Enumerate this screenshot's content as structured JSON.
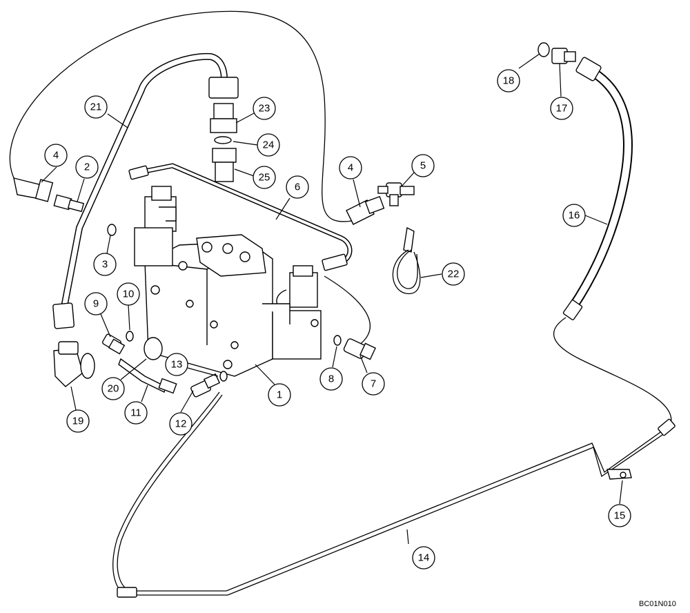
{
  "diagram": {
    "drawing_code": "BC01N010",
    "callouts": [
      {
        "id": "c1",
        "label": "1"
      },
      {
        "id": "c2",
        "label": "2"
      },
      {
        "id": "c3",
        "label": "3"
      },
      {
        "id": "c4a",
        "label": "4"
      },
      {
        "id": "c4b",
        "label": "4"
      },
      {
        "id": "c5",
        "label": "5"
      },
      {
        "id": "c6",
        "label": "6"
      },
      {
        "id": "c7",
        "label": "7"
      },
      {
        "id": "c8",
        "label": "8"
      },
      {
        "id": "c9",
        "label": "9"
      },
      {
        "id": "c10",
        "label": "10"
      },
      {
        "id": "c11",
        "label": "11"
      },
      {
        "id": "c12",
        "label": "12"
      },
      {
        "id": "c13",
        "label": "13"
      },
      {
        "id": "c14",
        "label": "14"
      },
      {
        "id": "c15",
        "label": "15"
      },
      {
        "id": "c16",
        "label": "16"
      },
      {
        "id": "c17",
        "label": "17"
      },
      {
        "id": "c18",
        "label": "18"
      },
      {
        "id": "c19",
        "label": "19"
      },
      {
        "id": "c20",
        "label": "20"
      },
      {
        "id": "c21",
        "label": "21"
      },
      {
        "id": "c22",
        "label": "22"
      },
      {
        "id": "c23",
        "label": "23"
      },
      {
        "id": "c24",
        "label": "24"
      },
      {
        "id": "c25",
        "label": "25"
      }
    ]
  }
}
